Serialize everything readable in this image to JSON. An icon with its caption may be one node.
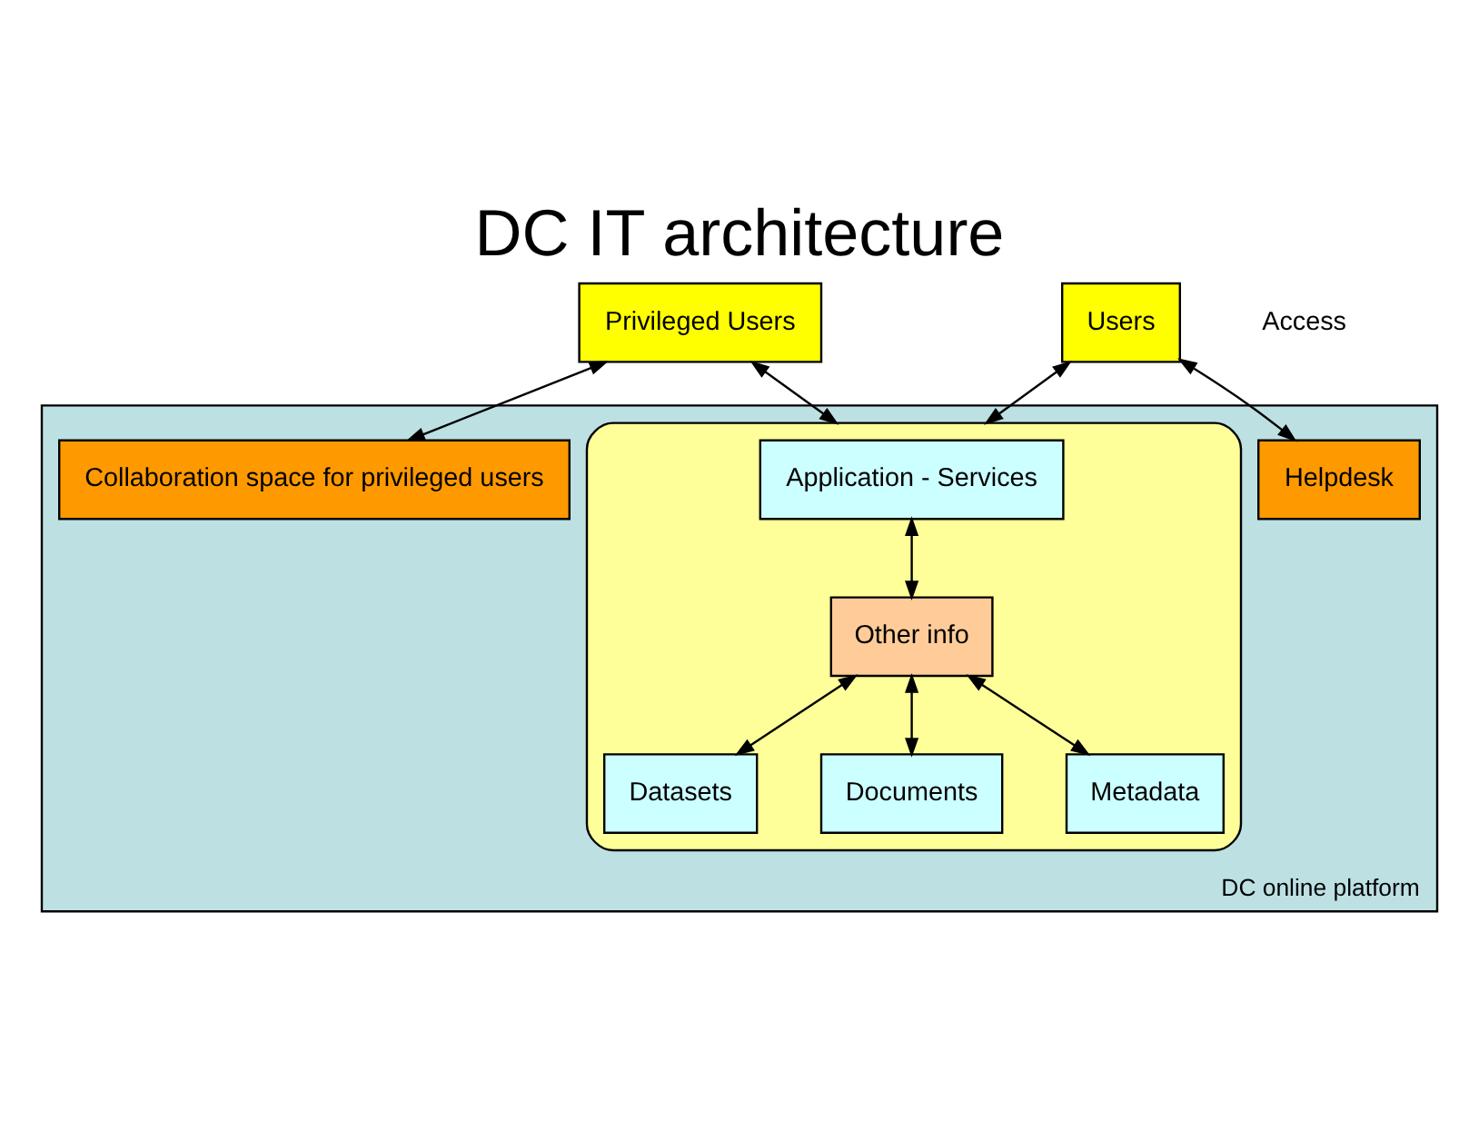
{
  "diagram": {
    "title": "DC IT architecture",
    "nodes": [
      {
        "text": [
          "DC online platform"
        ]
      },
      {
        "text": [],
        "shape": "cylinder",
        "in": 0
      },
      {
        "text": [
          "Application - Services"
        ],
        "in": 1
      },
      {
        "text": [
          "Other info"
        ],
        "in": 1
      },
      {
        "text": [
          "Datasets"
        ],
        "in": 1
      },
      {
        "text": [
          "Documents"
        ],
        "in": 1
      },
      {
        "text": [
          "Metadata"
        ],
        "in": 1
      },
      {
        "text": [
          "Collaboration space for privileged users"
        ],
        "in": 0
      },
      {
        "text": [
          "Helpdesk"
        ],
        "in": 0
      },
      {
        "text": [
          "Privileged Users"
        ]
      },
      {
        "text": [
          "Users"
        ]
      }
    ],
    "edges": [
      {
        "from": 2,
        "to": 3,
        "arrow": "both"
      },
      {
        "from": 3,
        "to": 4,
        "arrow": "both"
      },
      {
        "from": 3,
        "to": 5,
        "arrow": "both"
      },
      {
        "from": 3,
        "to": 6,
        "arrow": "both"
      },
      {
        "from": 9,
        "to": 7,
        "arrow": "both"
      },
      {
        "from": 9,
        "to": 1,
        "arrow": "both"
      },
      {
        "from": 10,
        "to": 1,
        "arrow": "both"
      },
      {
        "from": 10,
        "to": 8,
        "arrow": "both"
      }
    ],
    "labels": [
      "Access"
    ]
  }
}
